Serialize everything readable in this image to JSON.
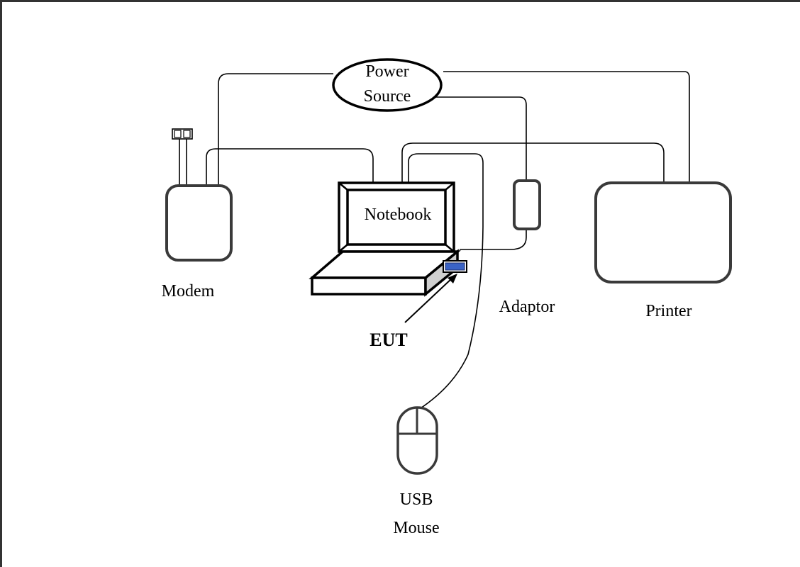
{
  "labels": {
    "power_line1": "Power",
    "power_line2": "Source",
    "notebook": "Notebook",
    "modem": "Modem",
    "adaptor": "Adaptor",
    "printer": "Printer",
    "eut": "EUT",
    "mouse_line1": "USB",
    "mouse_line2": "Mouse"
  },
  "colors": {
    "usb_device": "#3a63c6",
    "line": "#000000",
    "outline": "#3a3a3a"
  }
}
